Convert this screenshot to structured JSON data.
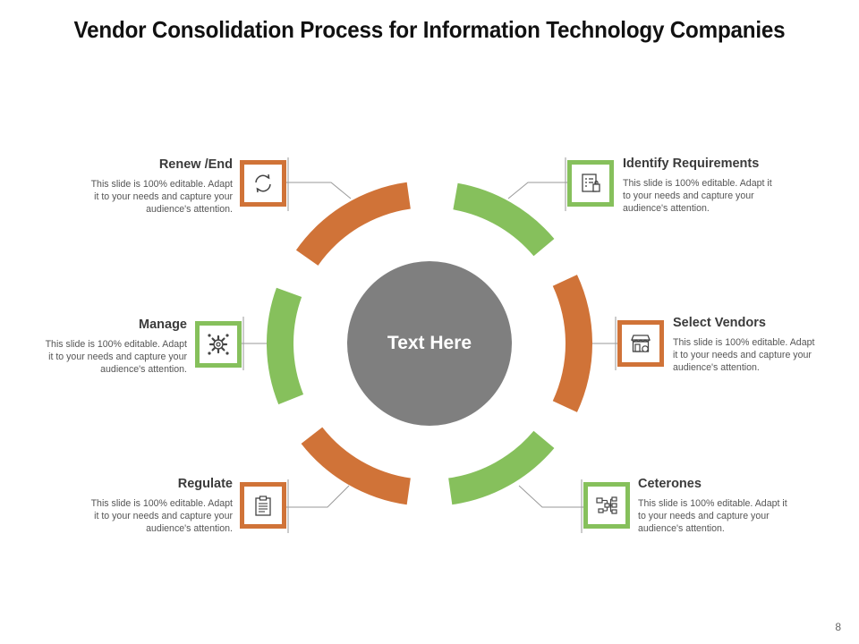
{
  "title": "Vendor Consolidation Process for Information Technology Companies",
  "center_text": "Text Here",
  "page_number": "8",
  "colors": {
    "orange": "#d07338",
    "green": "#86c05c",
    "center": "#7f7f7f",
    "line": "#9a9a9a"
  },
  "steps": [
    {
      "id": "identify",
      "title": "Identify Requirements",
      "icon": "checklist-icon",
      "color": "green",
      "desc_lines": [
        "This slide is 100% editable. Adapt it",
        "to your needs and capture your",
        "audience's attention."
      ]
    },
    {
      "id": "select",
      "title": "Select Vendors",
      "icon": "storefront-icon",
      "color": "orange",
      "desc_lines": [
        "This slide is 100% editable. Adapt",
        "it to your needs and capture your",
        "audience's attention."
      ]
    },
    {
      "id": "ceterones",
      "title": "Ceterones",
      "icon": "network-diagram-icon",
      "color": "green",
      "desc_lines": [
        "This slide is 100% editable. Adapt it",
        "to your needs and capture your",
        "audience's attention."
      ]
    },
    {
      "id": "regulate",
      "title": "Regulate",
      "icon": "clipboard-icon",
      "color": "orange",
      "desc_lines": [
        "This slide is 100% editable. Adapt",
        "it to your needs and capture your",
        "audience's attention."
      ]
    },
    {
      "id": "manage",
      "title": "Manage",
      "icon": "gear-cluster-icon",
      "color": "green",
      "desc_lines": [
        "This slide is 100% editable. Adapt",
        "it to your needs and capture your",
        "audience's attention."
      ]
    },
    {
      "id": "renew",
      "title": "Renew /End",
      "icon": "refresh-icon",
      "color": "orange",
      "desc_lines": [
        "This slide is 100% editable. Adapt",
        "it to your needs and capture your",
        "audience's attention."
      ]
    }
  ]
}
